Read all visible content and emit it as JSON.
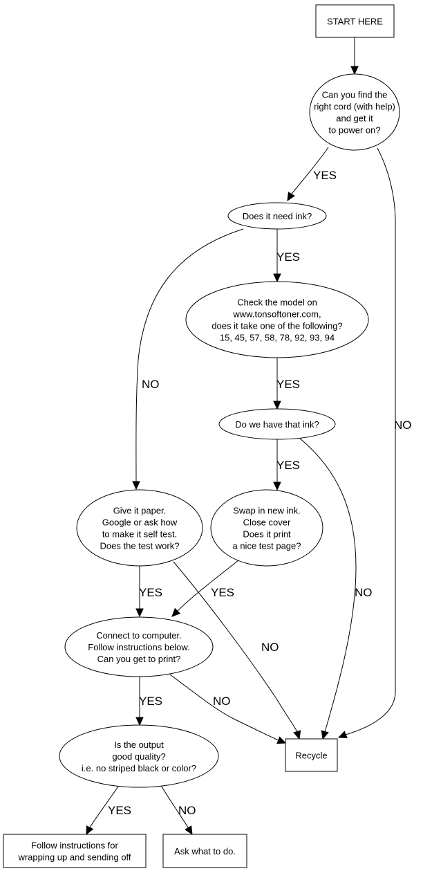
{
  "diagram": {
    "type": "flowchart",
    "nodes": {
      "start": {
        "shape": "box",
        "lines": [
          "START HERE"
        ]
      },
      "cord": {
        "shape": "ellipse",
        "lines": [
          "Can you find the",
          "right cord (with help)",
          "and get it",
          "to power on?"
        ]
      },
      "need_ink": {
        "shape": "ellipse",
        "lines": [
          "Does it need ink?"
        ]
      },
      "check_model": {
        "shape": "ellipse",
        "lines": [
          "Check the model on",
          "www.tonsoftoner.com,",
          "does it take one of the following?",
          "15, 45, 57, 58, 78, 92, 93, 94"
        ]
      },
      "have_ink": {
        "shape": "ellipse",
        "lines": [
          "Do we have that ink?"
        ]
      },
      "paper": {
        "shape": "ellipse",
        "lines": [
          "Give it paper.",
          "Google or ask how",
          "to make it self test.",
          "Does the test work?"
        ]
      },
      "swap": {
        "shape": "ellipse",
        "lines": [
          "Swap in new ink.",
          "Close cover",
          "Does it print",
          "a nice test page?"
        ]
      },
      "connect": {
        "shape": "ellipse",
        "lines": [
          "Connect to computer.",
          "Follow instructions below.",
          "Can you get to print?"
        ]
      },
      "quality": {
        "shape": "ellipse",
        "lines": [
          "Is the output",
          "good quality?",
          "i.e. no striped black or color?"
        ]
      },
      "recycle": {
        "shape": "box",
        "lines": [
          "Recycle"
        ]
      },
      "wrap_up": {
        "shape": "box",
        "lines": [
          "Follow instructions for",
          "wrapping up and sending off"
        ]
      },
      "ask": {
        "shape": "box",
        "lines": [
          "Ask what to do."
        ]
      }
    },
    "edges": [
      {
        "from": "start",
        "to": "cord",
        "label": ""
      },
      {
        "from": "cord",
        "to": "need_ink",
        "label": "YES"
      },
      {
        "from": "cord",
        "to": "recycle",
        "label": "NO"
      },
      {
        "from": "need_ink",
        "to": "check_model",
        "label": "YES"
      },
      {
        "from": "need_ink",
        "to": "paper",
        "label": "NO"
      },
      {
        "from": "check_model",
        "to": "have_ink",
        "label": "YES"
      },
      {
        "from": "have_ink",
        "to": "swap",
        "label": "YES"
      },
      {
        "from": "have_ink",
        "to": "recycle",
        "label": "NO"
      },
      {
        "from": "paper",
        "to": "connect",
        "label": "YES"
      },
      {
        "from": "paper",
        "to": "recycle",
        "label": "NO"
      },
      {
        "from": "swap",
        "to": "connect",
        "label": "YES"
      },
      {
        "from": "connect",
        "to": "quality",
        "label": "YES"
      },
      {
        "from": "connect",
        "to": "recycle",
        "label": "NO"
      },
      {
        "from": "quality",
        "to": "wrap_up",
        "label": "YES"
      },
      {
        "from": "quality",
        "to": "ask",
        "label": "NO"
      }
    ]
  }
}
